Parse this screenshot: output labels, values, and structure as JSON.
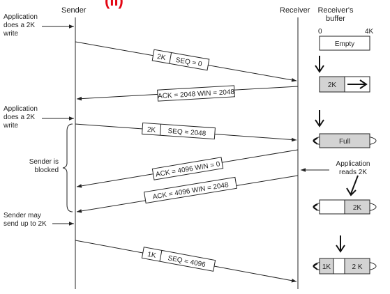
{
  "colors": {
    "ink": "#222222",
    "red": "#e30613",
    "grey": "#d3d3d3",
    "white": "#ffffff"
  },
  "header": {
    "red_fragment": "(ii)",
    "sender": "Sender",
    "receiver": "Receiver",
    "buffer_title_1": "Receiver's",
    "buffer_title_2": "buffer",
    "scale_zero": "0",
    "scale_max": "4K"
  },
  "left_notes": {
    "write1": [
      "Application",
      "does a 2K",
      "write"
    ],
    "write2": [
      "Application",
      "does a 2K",
      "write"
    ],
    "blocked": [
      "Sender is",
      "blocked"
    ],
    "may_send": [
      "Sender may",
      "send up to 2K"
    ]
  },
  "right_notes": {
    "reads": [
      "Application",
      "reads 2K"
    ]
  },
  "messages": {
    "m1_size": "2K",
    "m1_seq": "SEQ = 0",
    "ack1": "ACK = 2048 WIN = 2048",
    "m2_size": "2K",
    "m2_seq": "SEQ = 2048",
    "ack2": "ACK = 4096 WIN = 0",
    "ack3": "ACK = 4096 WIN = 2048",
    "m3_size": "1K",
    "m3_seq": "SEQ = 4096"
  },
  "buffers": {
    "b1": "Empty",
    "b2": "2K",
    "b3": "Full",
    "b4": "2K",
    "b5_left": "1K",
    "b5_right": "2 K"
  }
}
